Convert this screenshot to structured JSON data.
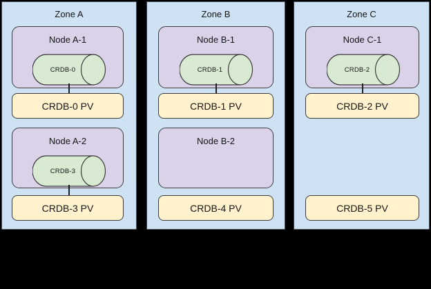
{
  "colors": {
    "canvas_background": "#000000",
    "zone_fill": "#cfe2f3",
    "node_fill": "#d9d2e9",
    "cylinder_fill": "#d9ead3",
    "pv_fill": "#fff2cc",
    "shape_border": "#3b3b3b",
    "text": "#141414"
  },
  "diagram": {
    "zones": [
      {
        "label": "Zone A",
        "nodes": [
          {
            "label": "Node A-1",
            "cylinder": "CRDB-0"
          },
          {
            "label": "Node A-2",
            "cylinder": "CRDB-3"
          }
        ],
        "pvs": [
          "CRDB-0 PV",
          "CRDB-3 PV"
        ]
      },
      {
        "label": "Zone B",
        "nodes": [
          {
            "label": "Node B-1",
            "cylinder": "CRDB-1"
          },
          {
            "label": "Node B-2",
            "cylinder": ""
          }
        ],
        "pvs": [
          "CRDB-1 PV",
          "CRDB-4 PV"
        ]
      },
      {
        "label": "Zone C",
        "nodes": [
          {
            "label": "Node C-1",
            "cylinder": "CRDB-2"
          }
        ],
        "pvs": [
          "CRDB-2 PV",
          "CRDB-5 PV"
        ]
      }
    ]
  }
}
